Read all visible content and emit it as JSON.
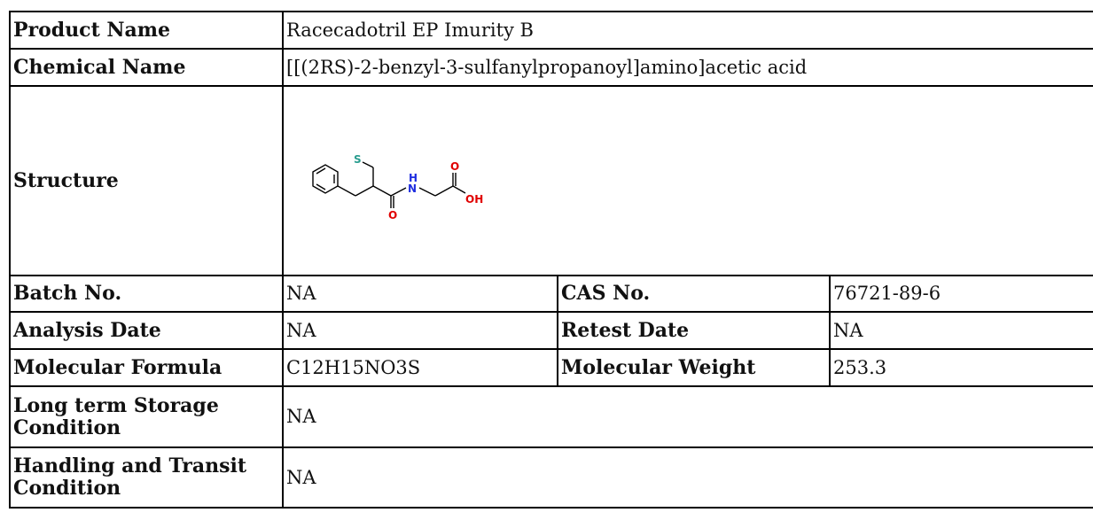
{
  "rows": {
    "product_name": {
      "label": "Product Name",
      "value": "Racecadotril EP Imurity B"
    },
    "chemical_name": {
      "label": "Chemical Name",
      "value": "[[(2RS)-2-benzyl-3-sulfanylpropanoyl]amino]acetic acid"
    },
    "structure": {
      "label": "Structure",
      "atoms": {
        "sulfur": "S",
        "nitrogen_h": "H",
        "nitrogen": "N",
        "oxygen_amide": "O",
        "oxygen_acid": "O",
        "hydroxyl": "OH"
      },
      "colors": {
        "sulfur": "#2a9d8f",
        "nitrogen": "#1f2ee0",
        "oxygen": "#e00000",
        "bond": "#000000"
      }
    },
    "batch_no": {
      "label": "Batch No.",
      "value": "NA"
    },
    "cas_no": {
      "label": "CAS No.",
      "value": "76721-89-6"
    },
    "analysis_date": {
      "label": "Analysis Date",
      "value": "NA"
    },
    "retest_date": {
      "label": "Retest Date",
      "value": "NA"
    },
    "molecular_formula": {
      "label": "Molecular Formula",
      "value": "C12H15NO3S"
    },
    "molecular_weight": {
      "label": "Molecular Weight",
      "value": "253.3"
    },
    "storage": {
      "label": "Long term Storage Condition",
      "value": "NA"
    },
    "handling": {
      "label": "Handling and Transit Condition",
      "value": "NA"
    }
  }
}
